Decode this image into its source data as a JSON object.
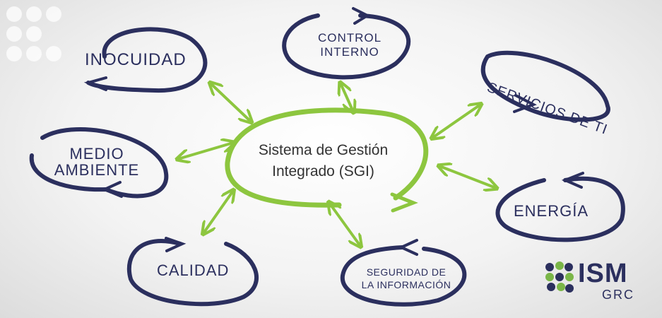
{
  "center": {
    "line1": "Sistema de Gestión",
    "line2": "Integrado  (SGI)"
  },
  "nodes": {
    "inocuidad": "INOCUIDAD",
    "control_1": "CONTROL",
    "control_2": "INTERNO",
    "servicios": "SERVICIOS DE TI",
    "medio_1": "MEDIO",
    "medio_2": "AMBIENTE",
    "energia": "ENERGÍA",
    "calidad": "CALIDAD",
    "seguridad_1": "SEGURIDAD DE",
    "seguridad_2": "LA INFORMACIÓN"
  },
  "logo": {
    "main": "ISM",
    "sub": "GRC"
  },
  "colors": {
    "navy": "#2b2f5e",
    "green": "#8dc63f",
    "logo_green": "#7ab648"
  }
}
